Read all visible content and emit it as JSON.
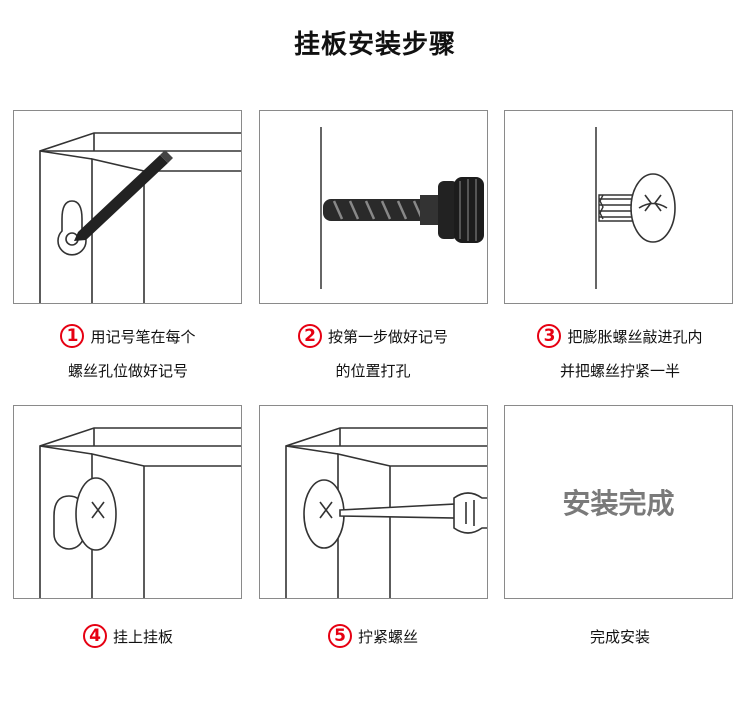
{
  "title": "挂板安装步骤",
  "steps": [
    {
      "num": "1",
      "line1": "用记号笔在每个",
      "line2": "螺丝孔位做好记号"
    },
    {
      "num": "2",
      "line1": "按第一步做好记号",
      "line2": "的位置打孔"
    },
    {
      "num": "3",
      "line1": "把膨胀螺丝敲进孔内",
      "line2": "并把螺丝拧紧一半"
    },
    {
      "num": "4",
      "line1": "挂上挂板",
      "line2": ""
    },
    {
      "num": "5",
      "line1": "拧紧螺丝",
      "line2": ""
    },
    {
      "num": "",
      "line1": "完成安装",
      "line2": ""
    }
  ],
  "final_panel_text": "安装完成",
  "colors": {
    "accent": "#e60012",
    "line": "#333333",
    "panel_border": "#8a8a8a"
  }
}
